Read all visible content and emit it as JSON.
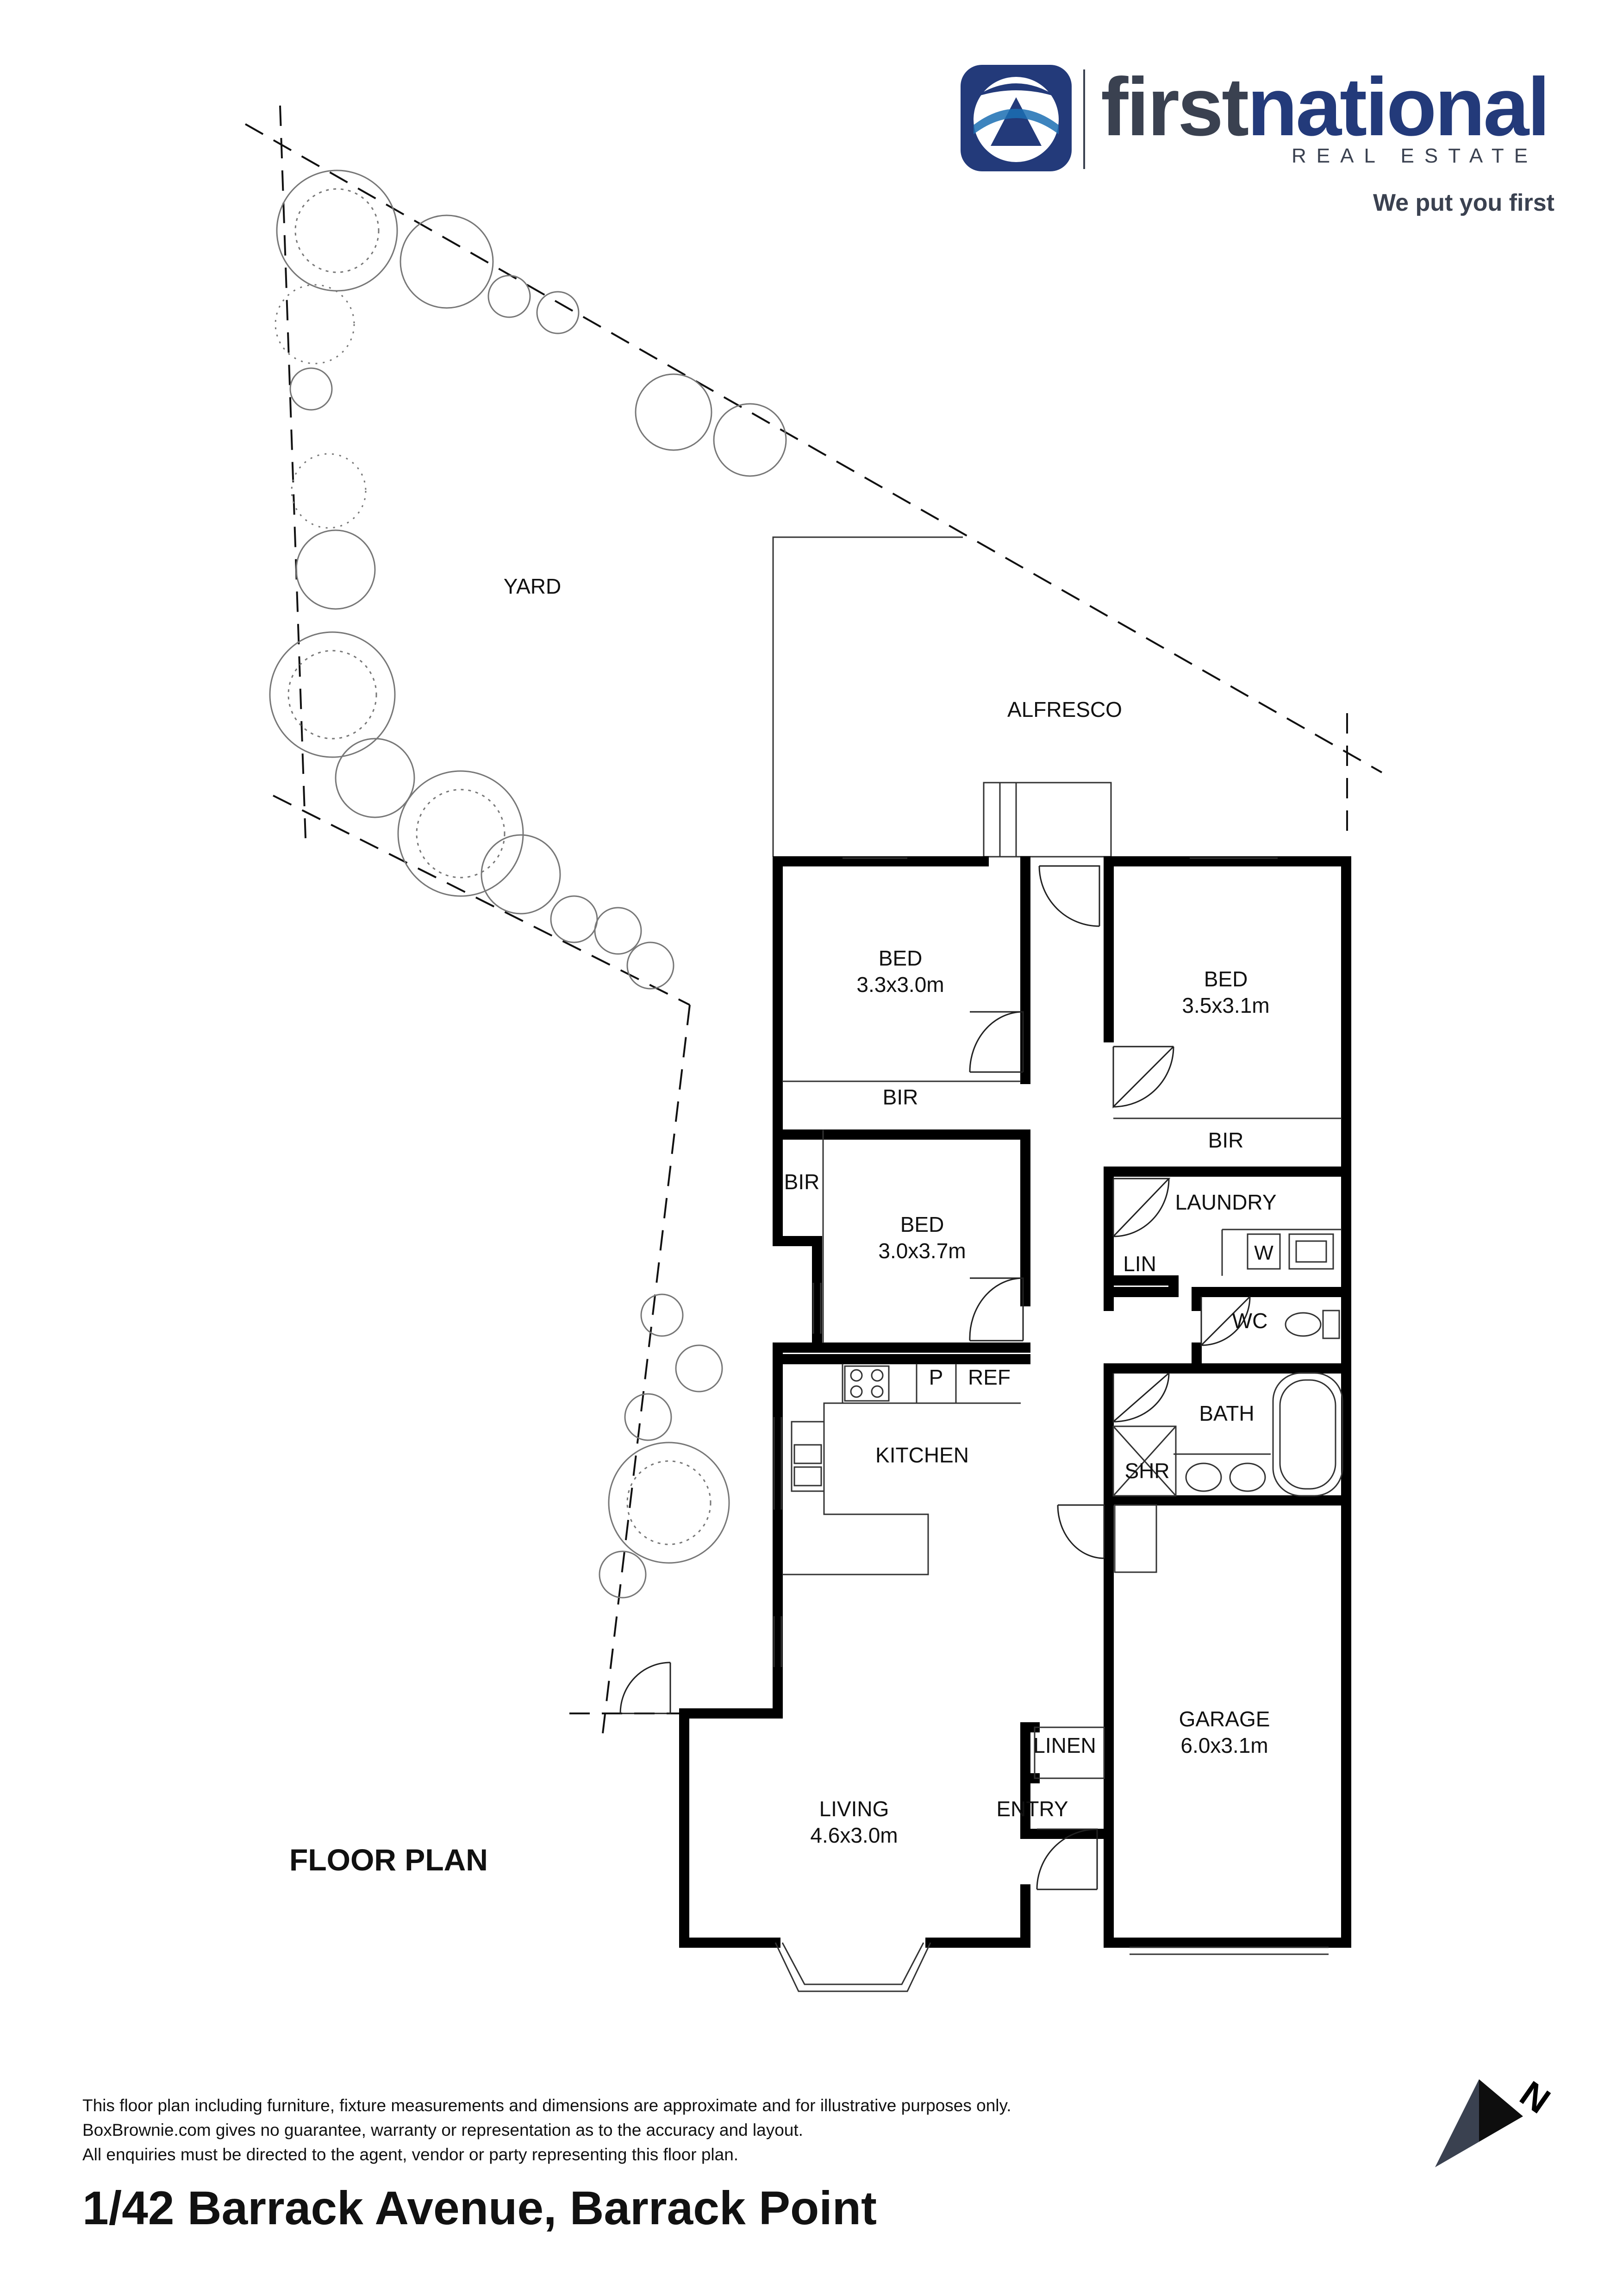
{
  "brand": {
    "name_part1": "first",
    "name_part2": "national",
    "sub": "REAL ESTATE",
    "tagline": "We put you first",
    "colors": {
      "primary": "#233a7a",
      "dark": "#3a4150",
      "accent": "#1b6fb3"
    }
  },
  "plan": {
    "title": "FLOOR PLAN",
    "rooms": {
      "yard": "YARD",
      "alfresco": "ALFRESCO",
      "bed1_name": "BED",
      "bed1_size": "3.3x3.0m",
      "bir1": "BIR",
      "bed2_name": "BED",
      "bed2_size": "3.5x3.1m",
      "bir2": "BIR",
      "bed3_name": "BED",
      "bed3_size": "3.0x3.7m",
      "bir3": "BIR",
      "laundry": "LAUNDRY",
      "washer": "W",
      "lin": "LIN",
      "wc": "WC",
      "kitchen": "KITCHEN",
      "pantry": "P",
      "fridge": "REF",
      "bath": "BATH",
      "shower": "SHR",
      "garage_name": "GARAGE",
      "garage_size": "6.0x3.1m",
      "linen": "LINEN",
      "entry": "ENTRY",
      "living_name": "LIVING",
      "living_size": "4.6x3.0m"
    },
    "compass": {
      "label": "N",
      "icon": "north-arrow-icon"
    }
  },
  "disclaimer": [
    "This floor plan including furniture, fixture measurements and dimensions are approximate and for illustrative purposes only.",
    "BoxBrownie.com gives no guarantee, warranty or representation as to the accuracy and layout.",
    "All enquiries must be directed to the agent, vendor or party representing this floor plan."
  ],
  "address": "1/42 Barrack Avenue, Barrack Point"
}
